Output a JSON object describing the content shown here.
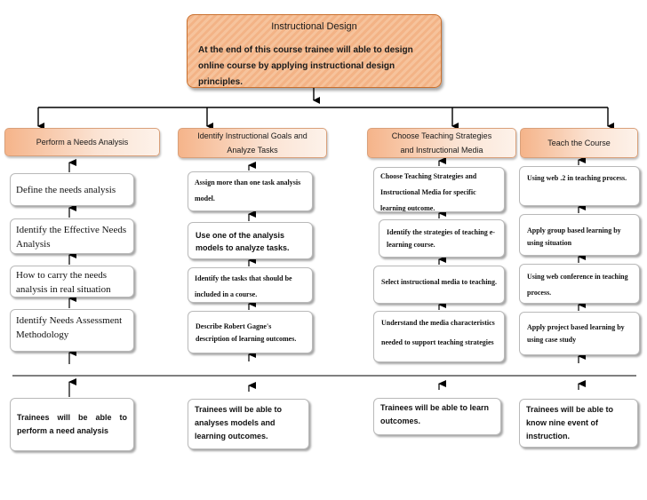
{
  "top": {
    "title": "Instructional Design",
    "description": "At the end of this course trainee will able to design online course by applying instructional design principles."
  },
  "columns": [
    {
      "header": "Perform a Needs Analysis",
      "steps": [
        "Define the needs analysis",
        "Identify the Effective Needs Analysis",
        "How to carry the needs analysis in real situation",
        "Identify Needs Assessment Methodology"
      ],
      "outcome": "Trainees will be able to perform a need analysis"
    },
    {
      "header": "Identify Instructional Goals and Analyze Tasks",
      "steps": [
        "Assign more than one task analysis model.",
        "Use one of the analysis models to analyze tasks.",
        "Identify the tasks that should be included in a course.",
        "Describe Robert Gagne's description of learning outcomes."
      ],
      "outcome": "Trainees will be able to analyses models and learning outcomes."
    },
    {
      "header": "Choose Teaching Strategies and Instructional Media",
      "steps": [
        "Choose Teaching Strategies and Instructional Media for specific learning outcome.",
        "Identify the strategies of teaching e-learning course.",
        "Select instructional media to teaching.",
        "Understand the media characteristics needed to support teaching strategies"
      ],
      "outcome": "Trainees will be able to learn outcomes."
    },
    {
      "header": "Teach the Course",
      "steps": [
        "Using web .2 in teaching process.",
        "Apply group based learning by using situation",
        "Using web conference in teaching process.",
        "Apply project based learning by using case study"
      ],
      "outcome": "Trainees will be able to know nine event of instruction."
    }
  ]
}
